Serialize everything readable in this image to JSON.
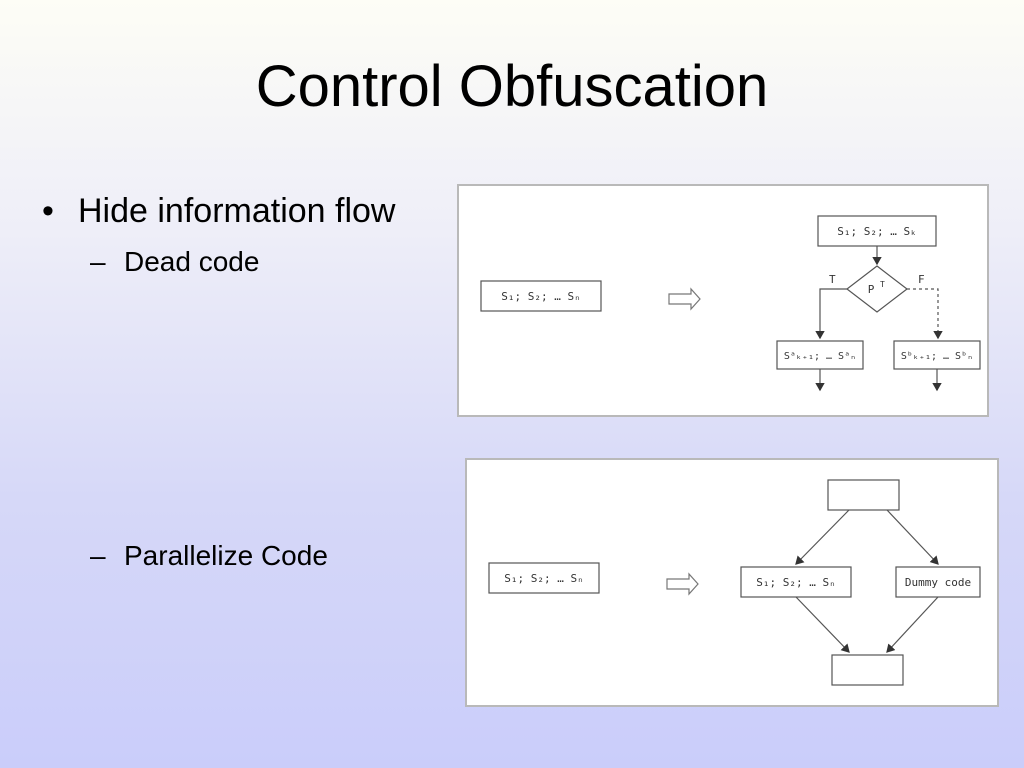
{
  "slide": {
    "title": "Control Obfuscation",
    "bullet": "Hide information flow",
    "sub1": "Dead code",
    "sub2": "Parallelize Code",
    "bullet_marker": "•",
    "dash_marker": "–"
  },
  "panel1": {
    "left_box": "S₁; S₂; … Sₙ",
    "top_box": "S₁; S₂; … Sₖ",
    "diamond_p": "P",
    "diamond_sup": "T",
    "branch_true": "T",
    "branch_false": "F",
    "bl_box": "Sᵃₖ₊₁; … Sᵃₙ",
    "br_box": "Sᵇₖ₊₁; … Sᵇₙ"
  },
  "panel2": {
    "left_box": "S₁; S₂; … Sₙ",
    "mid_box": "S₁; S₂; … Sₙ",
    "dummy_box": "Dummy code"
  }
}
